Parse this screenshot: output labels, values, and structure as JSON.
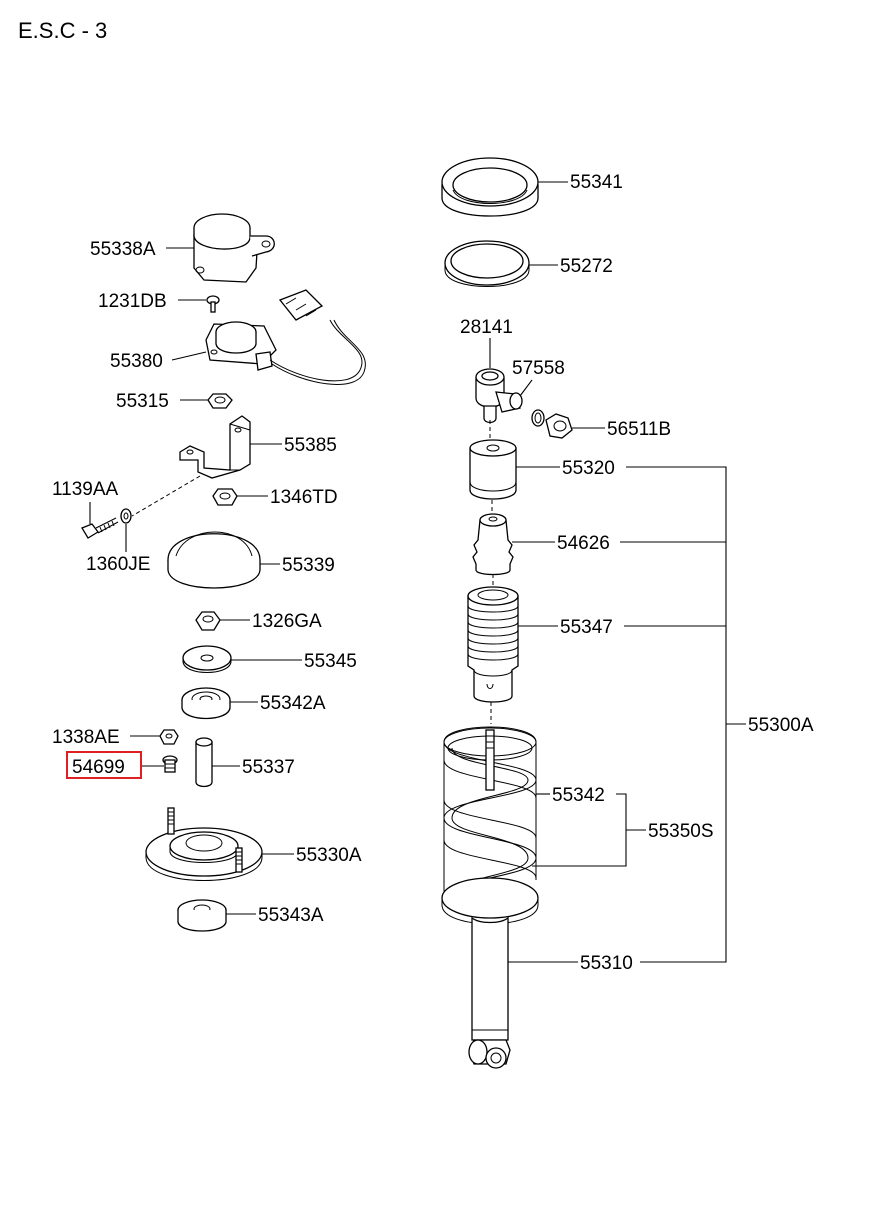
{
  "title": "E.S.C - 3",
  "highlight_color": "#e02020",
  "highlighted_part": "54699",
  "labels": {
    "p55341": "55341",
    "p55272": "55272",
    "p55338A": "55338A",
    "p1231DB": "1231DB",
    "p55380": "55380",
    "p55315": "55315",
    "p55385": "55385",
    "p1139AA": "1139AA",
    "p1346TD": "1346TD",
    "p1360JE": "1360JE",
    "p55339": "55339",
    "p1326GA": "1326GA",
    "p55345": "55345",
    "p55342A": "55342A",
    "p1338AE": "1338AE",
    "p54699": "54699",
    "p55337": "55337",
    "p55330A": "55330A",
    "p55343A": "55343A",
    "p28141": "28141",
    "p57558": "57558",
    "p56511B": "56511B",
    "p55320": "55320",
    "p54626": "54626",
    "p55347": "55347",
    "p55300A": "55300A",
    "p55342": "55342",
    "p55350S": "55350S",
    "p55310": "55310"
  }
}
